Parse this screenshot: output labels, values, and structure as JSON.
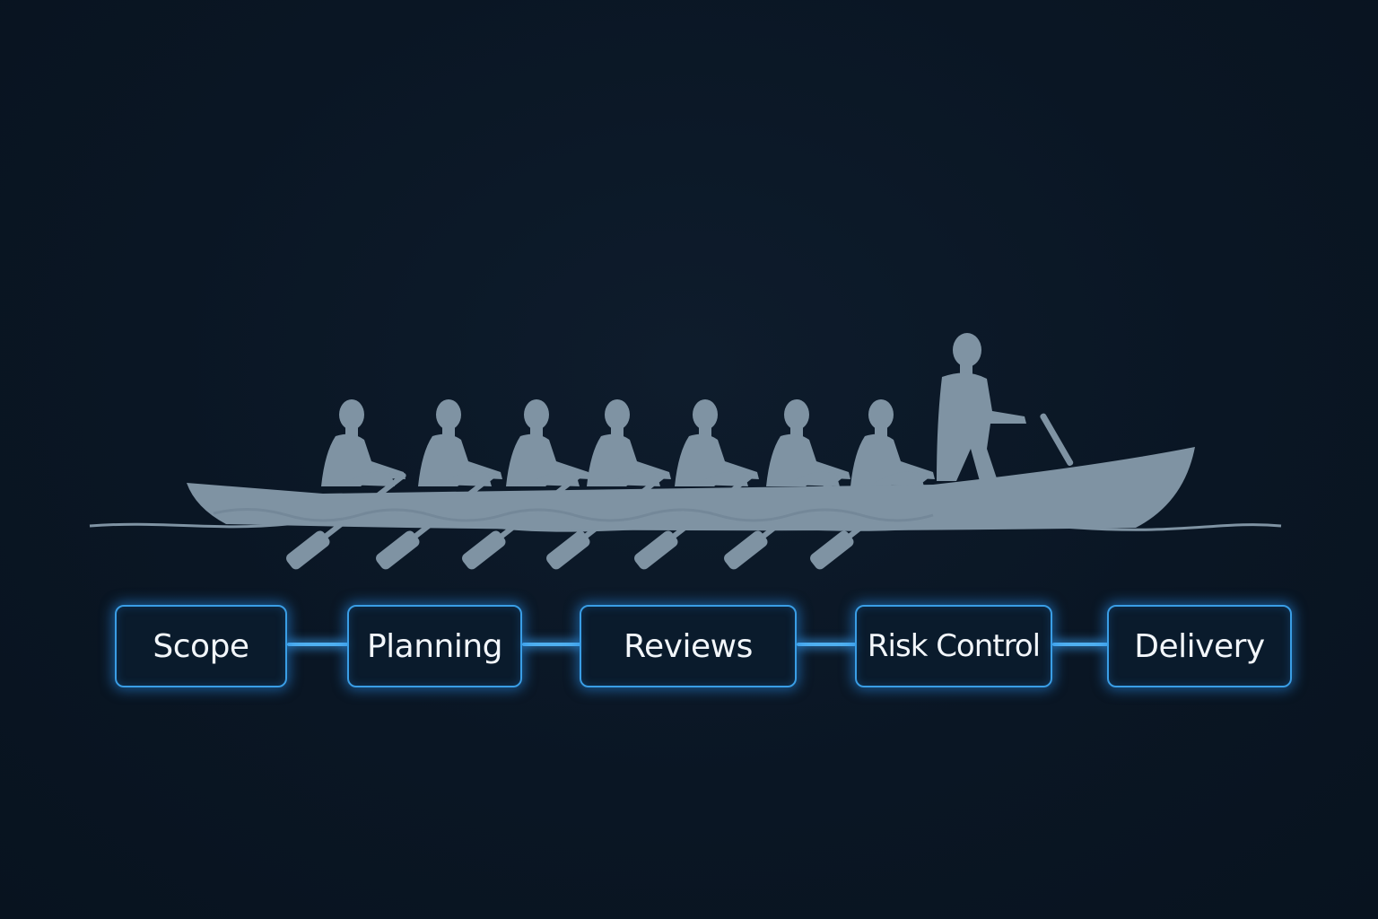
{
  "diagram": {
    "steps": [
      {
        "label": "Scope"
      },
      {
        "label": "Planning"
      },
      {
        "label": "Reviews"
      },
      {
        "label": "Risk Control"
      },
      {
        "label": "Delivery"
      }
    ]
  },
  "colors": {
    "background": "#0b1726",
    "silhouette": "#7f93a3",
    "box_border": "#3a9ee6",
    "connector": "#4fb0f0",
    "label_text": "#f2f6fa"
  },
  "icons": {
    "rowers": "rower-silhouette-icon",
    "coxswain": "standing-coxswain-icon",
    "boat": "rowing-boat-icon",
    "oars": "oar-icon"
  }
}
